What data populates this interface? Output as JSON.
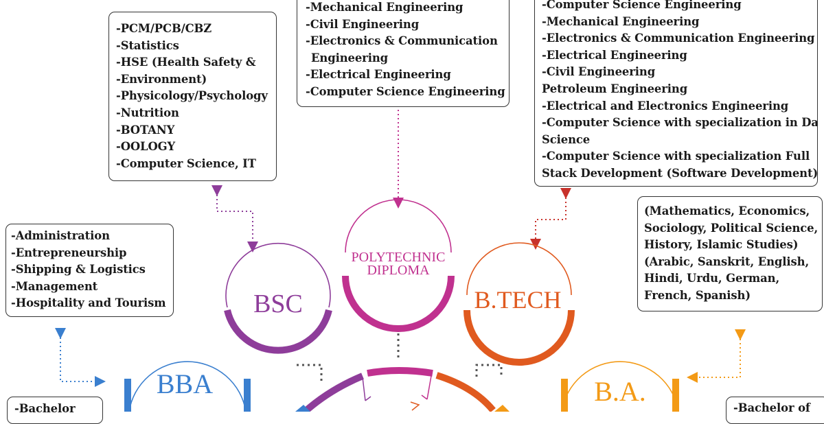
{
  "nodes": {
    "bsc": {
      "label": "BSC",
      "color": "#8e3d9a"
    },
    "polytechnic": {
      "label_line1": "POLYTECHNIC",
      "label_line2": "DIPLOMA",
      "color": "#c0318f"
    },
    "btech": {
      "label": "B.TECH",
      "color": "#e05a1f"
    },
    "bba": {
      "label": "BBA",
      "color": "#3a7fcf"
    },
    "ba": {
      "label": "B.A.",
      "color": "#f39a16"
    }
  },
  "boxes": {
    "bsc": [
      "-PCM/PCB/CBZ",
      "-Statistics",
      "-HSE (Health Safety &",
      "-Environment)",
      "-Physicology/Psychology",
      "-Nutrition",
      "-BOTANY",
      "-OOLOGY",
      "-Computer Science, IT"
    ],
    "polytechnic": [
      "-Mechanical Engineering",
      "-Civil Engineering",
      "-Electronics & Communication",
      "Engineering",
      "-Electrical Engineering",
      "-Computer Science Engineering"
    ],
    "btech": [
      "-Computer Science Engineering",
      "-Mechanical Engineering",
      "-Electronics & Communication Engineering",
      "-Electrical Engineering",
      "-Civil Engineering",
      "Petroleum Engineering",
      "-Electrical and Electronics Engineering",
      "-Computer Science with specialization in Data",
      "Science",
      "-Computer Science with specialization Full",
      "Stack Development (Software Development)"
    ],
    "ba": [
      "(Mathematics, Economics,",
      "Sociology, Political Science,",
      "History, Islamic Studies)",
      "(Arabic, Sanskrit, English,",
      "Hindi, Urdu, German,",
      "French, Spanish)"
    ],
    "bba": [
      "-Administration",
      "-Entrepreneurship",
      "-Shipping & Logistics",
      "-Management",
      "-Hospitality and Tourism"
    ],
    "bba_bottom": [
      "-Bachelor"
    ],
    "ba_bottom": [
      "-Bachelor of"
    ]
  },
  "colors": {
    "bba_connector": "#3a7fcf",
    "bsc_connector": "#8e3d9a",
    "poly_connector": "#c0318f",
    "btech_connector": "#c8322b",
    "ba_connector": "#f39a16",
    "hub_purple": "#8e3d9a",
    "hub_magenta": "#c0318f",
    "hub_orange": "#e05a1f"
  }
}
